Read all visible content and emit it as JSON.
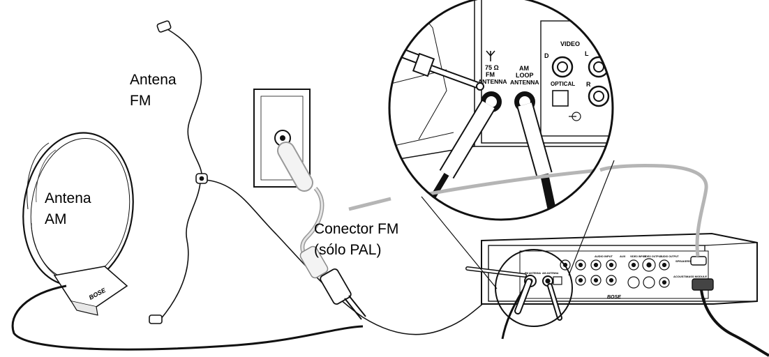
{
  "labels": {
    "fm_antenna_line1": "Antena",
    "fm_antenna_line2": "FM",
    "am_antenna_line1": "Antena",
    "am_antenna_line2": "AM",
    "connector_line1": "Conector FM",
    "connector_line2": "(sólo PAL)"
  },
  "panel_zoom": {
    "fm_75": "75 Ω",
    "fm_label": "FM",
    "fm_antenna": "ANTENNA",
    "am_label": "AM",
    "am_loop": "LOOP",
    "am_antenna": "ANTENNA",
    "video": "VIDEO",
    "optical": "OPTICAL",
    "ch_d": "D",
    "ch_l": "L",
    "ch_r": "R"
  },
  "unit_labels": {
    "audio_input": "AUDIO INPUT",
    "aux": "AUX",
    "video_input": "VIDEO INPUT",
    "video_output": "VIDEO OUTPUT",
    "audio_output": "AUDIO OUTPUT",
    "speakers": "SPEAKERS",
    "acoustimass_module": "ACOUSTIMASS MODULE",
    "fm_antenna": "FM ANTENNA",
    "am_antenna": "AM ANTENNA",
    "brand": "BOSE"
  },
  "am_antenna_brand": "BOSE"
}
